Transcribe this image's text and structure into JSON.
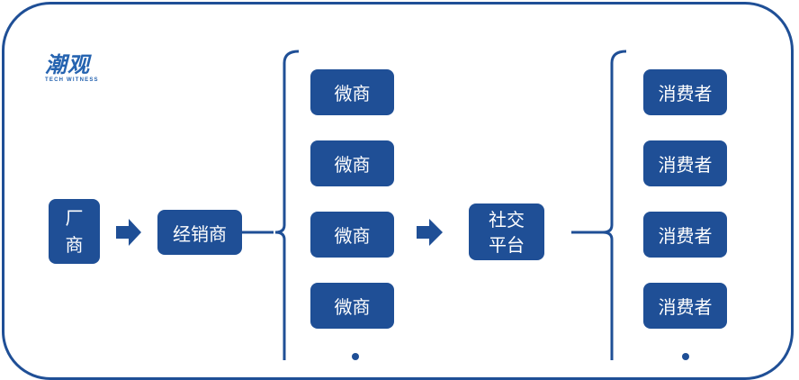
{
  "logo": {
    "main": "潮观",
    "sub": "TECH WITNESS"
  },
  "colors": {
    "primary": "#1f4f96",
    "logo": "#2563b0",
    "background": "#ffffff"
  },
  "flow": {
    "factory": {
      "line1": "厂",
      "line2": "商"
    },
    "distributor": "经销商",
    "micro_merchants": [
      "微商",
      "微商",
      "微商",
      "微商"
    ],
    "social_platform": {
      "line1": "社交",
      "line2": "平台"
    },
    "consumers": [
      "消费者",
      "消费者",
      "消费者",
      "消费者"
    ]
  }
}
